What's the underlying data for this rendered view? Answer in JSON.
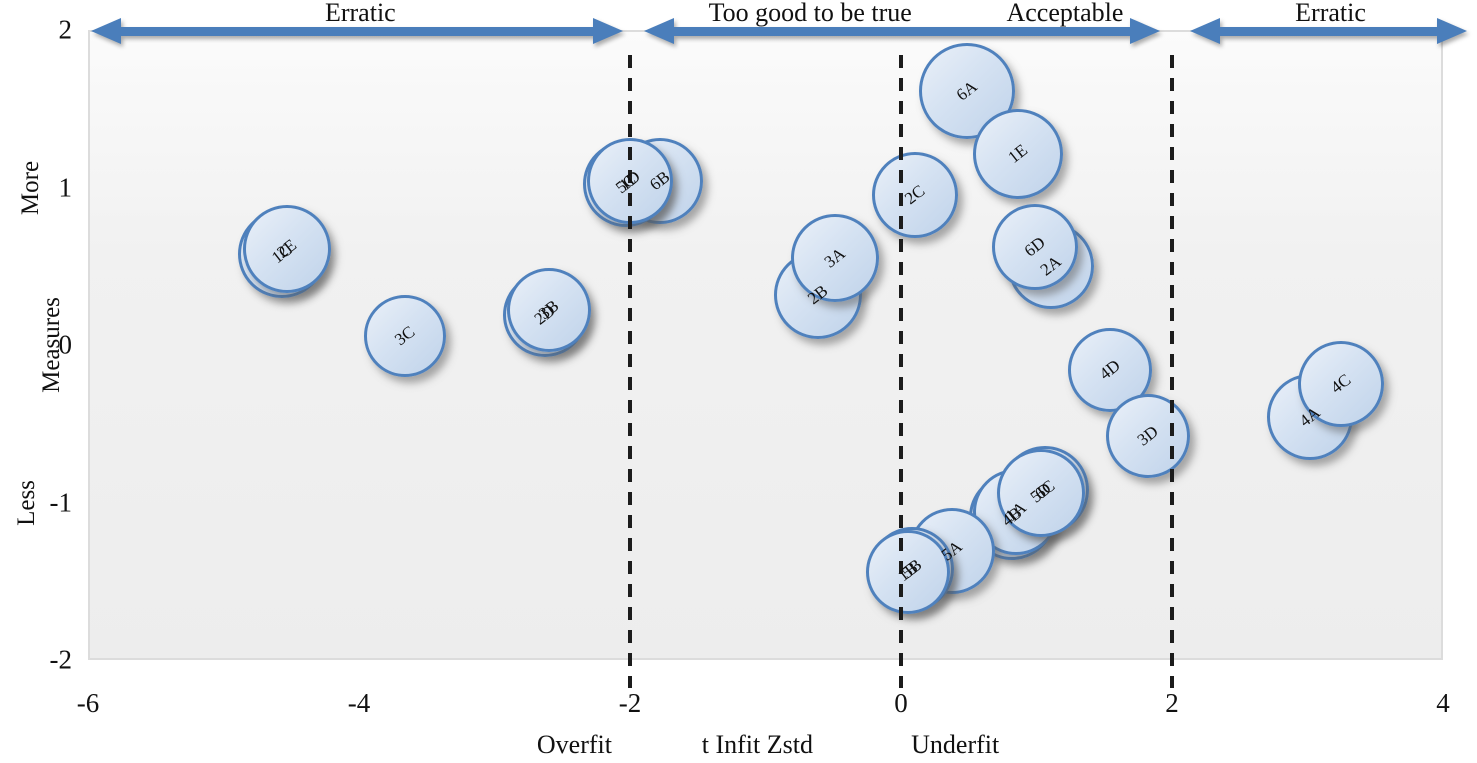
{
  "figure": {
    "description": "Bubble chart of item fit statistics (t Infit Zstd vs. Measures)"
  },
  "colors": {
    "arrow_blue": "#4a7ebb",
    "bubble_border": "#4f81bd",
    "bubble_fill_light": "#eaf0f8",
    "bubble_fill_dark": "#c0d3ea",
    "threshold_dash": "#1c1c1c",
    "plot_background": "#efefef",
    "plot_border": "#dcdcdc"
  },
  "chart_data": {
    "type": "scatter",
    "subtype": "bubble",
    "title": "",
    "xlabel": "t Infit Zstd",
    "ylabel": "Measures",
    "xlim": [
      -6,
      4
    ],
    "ylim": [
      -2,
      2
    ],
    "grid": false,
    "x_axis": {
      "ticks": [
        {
          "label": "-6",
          "value": -6
        },
        {
          "label": "-4",
          "value": -4
        },
        {
          "label": "-2",
          "value": -2
        },
        {
          "label": "0",
          "value": 0
        },
        {
          "label": "2",
          "value": 2
        },
        {
          "label": "4",
          "value": 4
        }
      ],
      "title_parts": [
        {
          "text": "Overfit",
          "x": -2.41
        },
        {
          "text": "t Infit Zstd",
          "x": -1.06
        },
        {
          "text": "Underfit",
          "x": 0.4
        }
      ]
    },
    "y_axis": {
      "ticks": [
        {
          "label": "2",
          "value": 2
        },
        {
          "label": "1",
          "value": 1
        },
        {
          "label": "0",
          "value": 0
        },
        {
          "label": "-1",
          "value": -1
        },
        {
          "label": "-2",
          "value": -2
        }
      ],
      "group_labels": [
        {
          "text": "More",
          "y": 1.0
        },
        {
          "text": "Measures",
          "y": 0.0
        },
        {
          "text": "Less",
          "y": -1.0
        }
      ]
    },
    "zones": [
      {
        "from": -5.98,
        "to": -2.05,
        "labels": [
          {
            "text": "Erratic",
            "x": -3.99
          }
        ]
      },
      {
        "from": -1.9,
        "to": 1.91,
        "labels": [
          {
            "text": "Too good to be true",
            "x": -0.67
          },
          {
            "text": "Acceptable",
            "x": 1.21
          }
        ]
      },
      {
        "from": 2.13,
        "to": 4.18,
        "labels": [
          {
            "text": "Erratic",
            "x": 3.17
          }
        ]
      }
    ],
    "thresholds": [
      -2,
      0,
      2
    ],
    "points": [
      {
        "label": "1C",
        "x": -4.57,
        "y": 0.58,
        "r": 44
      },
      {
        "label": "2E",
        "x": -4.53,
        "y": 0.61,
        "r": 44
      },
      {
        "label": "3C",
        "x": -3.66,
        "y": 0.06,
        "r": 41
      },
      {
        "label": "2D",
        "x": -2.63,
        "y": 0.19,
        "r": 42
      },
      {
        "label": "3B",
        "x": -2.6,
        "y": 0.22,
        "r": 42
      },
      {
        "label": "6B",
        "x": -1.78,
        "y": 1.04,
        "r": 43
      },
      {
        "label": "5C",
        "x": -2.03,
        "y": 1.02,
        "r": 43
      },
      {
        "label": "1D",
        "x": -2.0,
        "y": 1.04,
        "r": 43
      },
      {
        "label": "2B",
        "x": -0.61,
        "y": 0.32,
        "r": 44
      },
      {
        "label": "3A",
        "x": -0.49,
        "y": 0.55,
        "r": 44
      },
      {
        "label": "2C",
        "x": 0.1,
        "y": 0.95,
        "r": 43
      },
      {
        "label": "6A",
        "x": 0.49,
        "y": 1.61,
        "r": 48
      },
      {
        "label": "1E",
        "x": 0.86,
        "y": 1.21,
        "r": 45
      },
      {
        "label": "2A",
        "x": 1.11,
        "y": 0.5,
        "r": 43
      },
      {
        "label": "6D",
        "x": 0.99,
        "y": 0.62,
        "r": 43
      },
      {
        "label": "4D",
        "x": 1.54,
        "y": -0.16,
        "r": 42
      },
      {
        "label": "3D",
        "x": 1.82,
        "y": -0.58,
        "r": 42
      },
      {
        "label": "4B",
        "x": 0.82,
        "y": -1.09,
        "r": 43
      },
      {
        "label": "1A",
        "x": 0.85,
        "y": -1.06,
        "r": 43
      },
      {
        "label": "6C",
        "x": 1.06,
        "y": -0.92,
        "r": 44
      },
      {
        "label": "5D",
        "x": 1.03,
        "y": -0.94,
        "r": 44
      },
      {
        "label": "5A",
        "x": 0.38,
        "y": -1.31,
        "r": 43
      },
      {
        "label": "5B",
        "x": 0.08,
        "y": -1.42,
        "r": 42
      },
      {
        "label": "1B",
        "x": 0.05,
        "y": -1.44,
        "r": 42
      },
      {
        "label": "4A",
        "x": 3.02,
        "y": -0.46,
        "r": 43
      },
      {
        "label": "4C",
        "x": 3.25,
        "y": -0.25,
        "r": 43
      }
    ]
  }
}
